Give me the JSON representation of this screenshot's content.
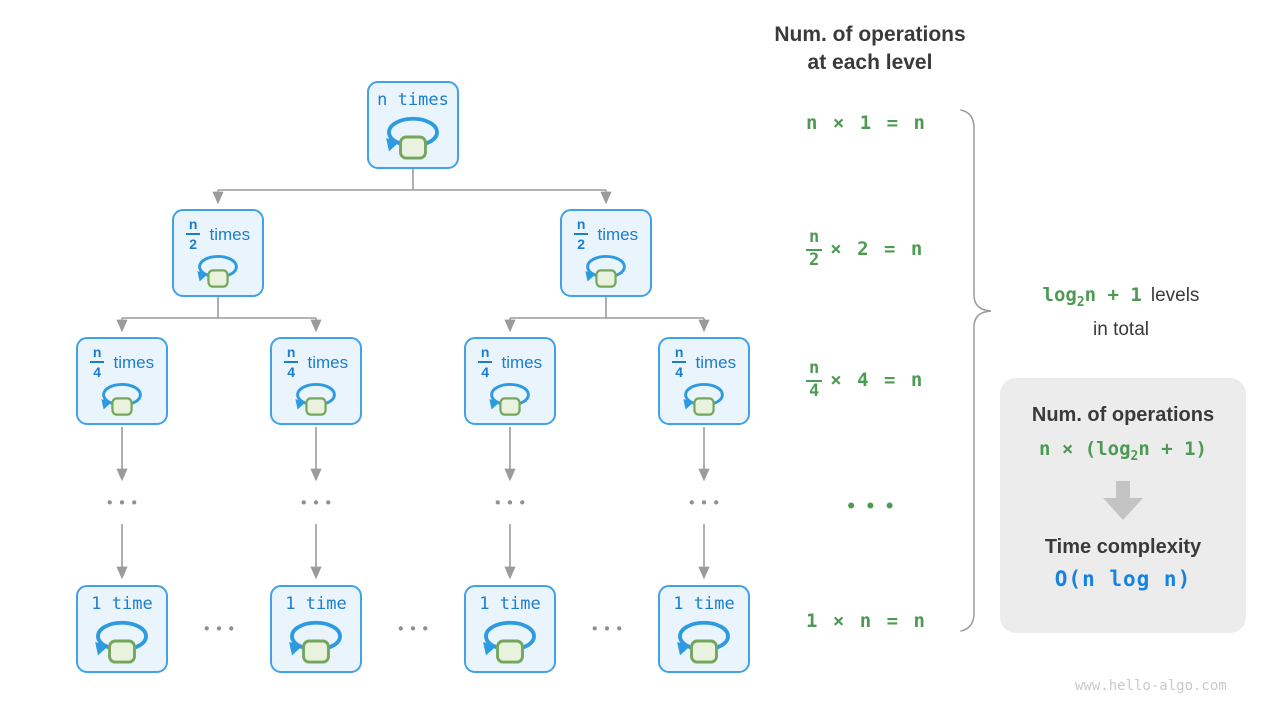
{
  "header": {
    "line1": "Num. of operations",
    "line2": "at each level"
  },
  "tree": {
    "node_labels": {
      "level1": "n times",
      "level2": {
        "numerator": "n",
        "denominator": "2",
        "suffix": "times"
      },
      "level3": {
        "numerator": "n",
        "denominator": "4",
        "suffix": "times"
      },
      "level4": "1 time"
    },
    "ellipsis": "•••"
  },
  "formulas": {
    "row1": "n × 1 = n",
    "row2": {
      "numerator": "n",
      "denominator": "2",
      "rest": "× 2 = n"
    },
    "row3": {
      "numerator": "n",
      "denominator": "4",
      "rest": "× 4 = n"
    },
    "dots": "•••",
    "row5": "1 × n = n"
  },
  "brace_label": {
    "green_pre": "log",
    "sub": "2",
    "green_post": "n + 1",
    "dark": "levels",
    "line2": "in total"
  },
  "summary_box": {
    "title": "Num. of operations",
    "formula": {
      "pre": "n × (log",
      "sub": "2",
      "post": "n + 1)"
    },
    "subtitle": "Time complexity",
    "complexity": "O(n log n)"
  },
  "watermark": "www.hello-algo.com",
  "colors": {
    "node_border": "#42a2e8",
    "node_fill": "#eaf4fc",
    "node_text": "#1b7ecd",
    "loop_arrow": "#2e9be0",
    "square_fill": "#e9f2df",
    "square_border": "#74a65c",
    "green": "#4e9a52",
    "blue": "#1683e3",
    "dark": "#3a3a3a",
    "gray_line": "#9b9b9b",
    "box_bg": "#ececec"
  }
}
